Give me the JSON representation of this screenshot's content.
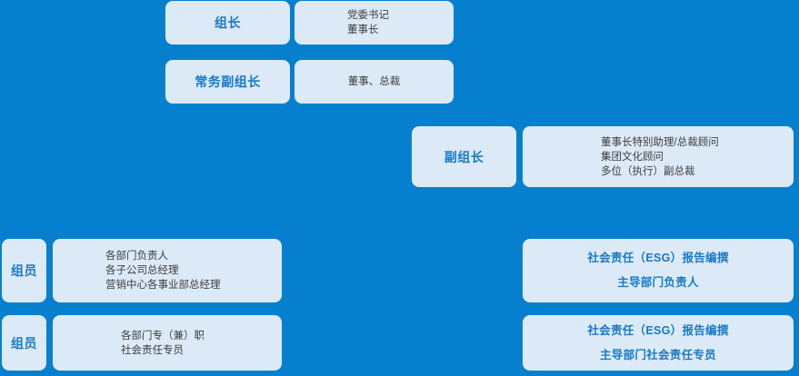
{
  "chart": {
    "background_color": "#0680CE",
    "card_color": "#DCEAF8",
    "accent_color": "#1878C8",
    "body_text_color": "#3D3D3D"
  },
  "rows": [
    {
      "role": "组长",
      "members": [
        "党委书记",
        "董事长"
      ]
    },
    {
      "role": "常务副组长",
      "members": [
        "董事、总裁"
      ]
    },
    {
      "role": "副组长",
      "members": [
        "董事长特别助理/总裁顾问",
        "集团文化顾问",
        "多位（执行）副总裁"
      ]
    },
    {
      "role": "组员",
      "members": [
        "各部门负责人",
        "各子公司总经理",
        "营销中心各事业部总经理"
      ],
      "esg": [
        "社会责任（ESG）报告编撰",
        "主导部门负责人"
      ]
    },
    {
      "role": "组员",
      "members": [
        "各部门专（兼）职",
        "社会责任专员"
      ],
      "esg": [
        "社会责任（ESG）报告编撰",
        "主导部门社会责任专员"
      ]
    }
  ]
}
